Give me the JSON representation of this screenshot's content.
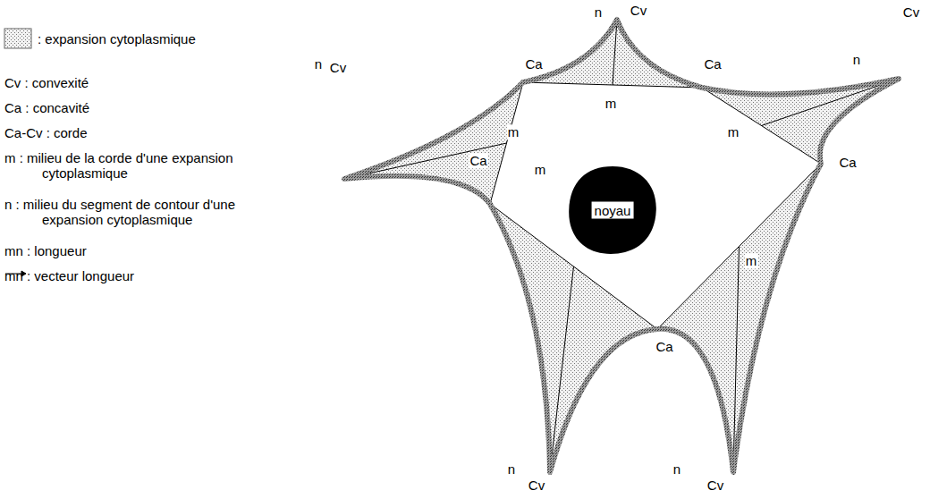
{
  "diagram": {
    "nodes": [
      {
        "text": [
          "noyau"
        ]
      }
    ],
    "labels": [
      "Cv : convexité",
      "Ca : concavité",
      "Ca-Cv : corde",
      "m : milieu de la corde d'une expansion cytoplasmique",
      "n : milieu du segment de contour d'une expansion cytoplasmique",
      "mn : longueur",
      "mn : vecteur longueur",
      "Cv",
      "Cv",
      "Cv",
      "Cv",
      "Cv",
      "Ca",
      "Ca",
      "Ca",
      "Ca",
      "Ca",
      "n",
      "n",
      "n",
      "n",
      "n",
      "m",
      "m",
      "m",
      "m",
      "m"
    ],
    "legend": [
      {
        "text": ": expansion cytoplasmique"
      }
    ]
  }
}
